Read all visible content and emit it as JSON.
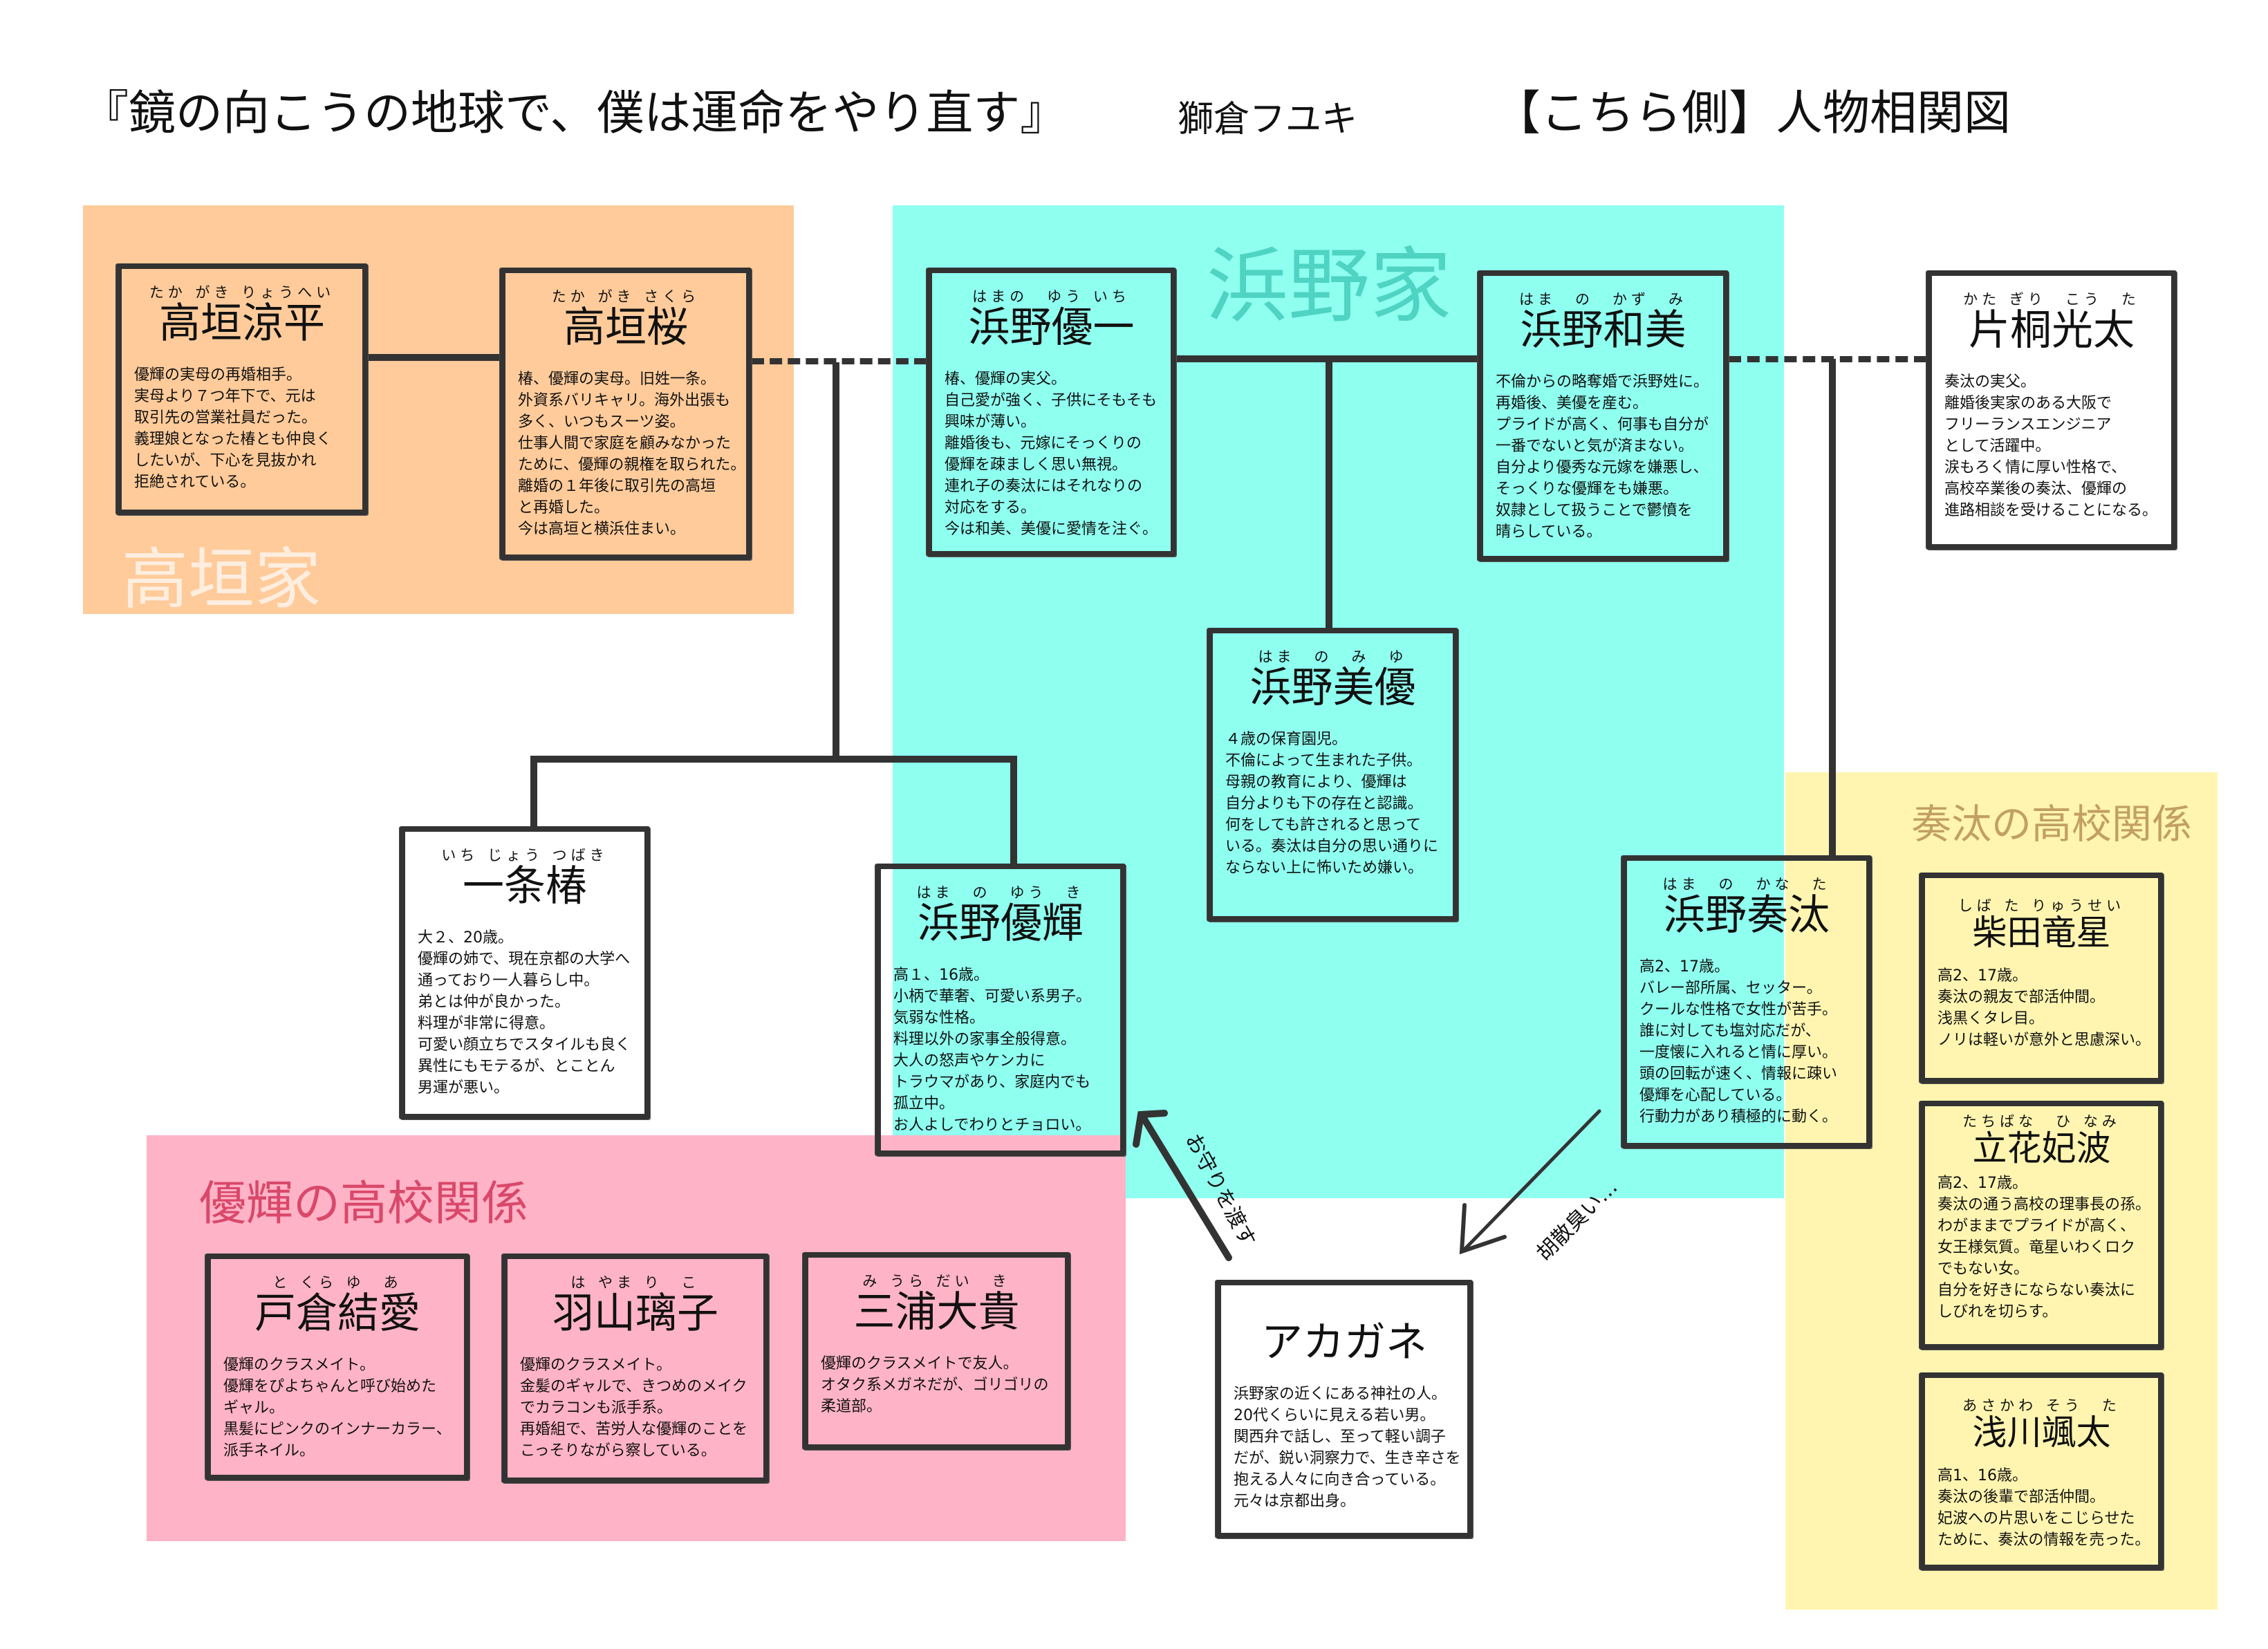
{
  "header": {
    "title": "『鏡の向こうの地球で、僕は運命をやり直す』",
    "author": "獅倉フユキ",
    "subtitle": "【こちら側】人物相関図"
  },
  "colors": {
    "takagaki_region": "#ffcb9a",
    "hamano_region": "#8ffff0",
    "kanata_school_region": "#fff5b0",
    "yuki_school_region": "#ffb3c6",
    "box_border": "#333333"
  },
  "groups": {
    "takagaki": "高垣家",
    "hamano": "浜野家",
    "kanata_school": "奏汰の高校関係",
    "yuki_school": "優輝の高校関係"
  },
  "people": {
    "ryohei": {
      "ruby": "たか がき りょうへい",
      "name": "高垣涼平",
      "desc": [
        "優輝の実母の再婚相手。",
        "実母より７つ年下で、元は",
        "取引先の営業社員だった。",
        "義理娘となった椿とも仲良く",
        "したいが、下心を見抜かれ",
        "拒絶されている。"
      ]
    },
    "sakura": {
      "ruby": "たか がき さくら",
      "name": "高垣桜",
      "desc": [
        "椿、優輝の実母。旧姓一条。",
        "外資系バリキャリ。海外出張も",
        "多く、いつもスーツ姿。",
        "仕事人間で家庭を顧みなかった",
        "ために、優輝の親権を取られた。",
        "離婚の１年後に取引先の高垣",
        "と再婚した。",
        "今は高垣と横浜住まい。"
      ]
    },
    "yuichi": {
      "ruby": "はまの　ゆう いち",
      "name": "浜野優一",
      "desc": [
        "椿、優輝の実父。",
        "自己愛が強く、子供にそもそも",
        "興味が薄い。",
        "離婚後も、元嫁にそっくりの",
        "優輝を疎ましく思い無視。",
        "連れ子の奏汰にはそれなりの",
        "対応をする。",
        "今は和美、美優に愛情を注ぐ。"
      ]
    },
    "kazumi": {
      "ruby": "はま　の　かず　み",
      "name": "浜野和美",
      "desc": [
        "不倫からの略奪婚で浜野姓に。",
        "再婚後、美優を産む。",
        "プライドが高く、何事も自分が",
        "一番でないと気が済まない。",
        "自分より優秀な元嫁を嫌悪し、",
        "そっくりな優輝をも嫌悪。",
        "奴隷として扱うことで鬱憤を",
        "晴らしている。"
      ]
    },
    "kota": {
      "ruby": "かた ぎり　こう　た",
      "name": "片桐光太",
      "desc": [
        "奏汰の実父。",
        "離婚後実家のある大阪で",
        "フリーランスエンジニア",
        "として活躍中。",
        "涙もろく情に厚い性格で、",
        "高校卒業後の奏汰、優輝の",
        "進路相談を受けることになる。"
      ]
    },
    "miyu": {
      "ruby": "はま　の　み　ゆ",
      "name": "浜野美優",
      "desc": [
        "４歳の保育園児。",
        "不倫によって生まれた子供。",
        "母親の教育により、優輝は",
        "自分よりも下の存在と認識。",
        "何をしても許されると思って",
        "いる。奏汰は自分の思い通りに",
        "ならない上に怖いため嫌い。"
      ]
    },
    "tsubaki": {
      "ruby": "いち じょう つばき",
      "name": "一条椿",
      "desc": [
        "大２、20歳。",
        "優輝の姉で、現在京都の大学へ",
        "通っており一人暮らし中。",
        "弟とは仲が良かった。",
        "料理が非常に得意。",
        "可愛い顔立ちでスタイルも良く",
        "異性にもモテるが、とことん",
        "男運が悪い。"
      ]
    },
    "yuki": {
      "ruby": "はま　の　ゆう　き",
      "name": "浜野優輝",
      "desc": [
        "高１、16歳。",
        "小柄で華奢、可愛い系男子。",
        "気弱な性格。",
        "料理以外の家事全般得意。",
        "大人の怒声やケンカに",
        "トラウマがあり、家庭内でも",
        "孤立中。",
        "お人よしでわりとチョロい。"
      ]
    },
    "kanata": {
      "ruby": "はま　の　かな　た",
      "name": "浜野奏汰",
      "desc": [
        "高2、17歳。",
        "バレー部所属、セッター。",
        "クールな性格で女性が苦手。",
        "誰に対しても塩対応だが、",
        "一度懐に入れると情に厚い。",
        "頭の回転が速く、情報に疎い",
        "優輝を心配している。",
        "行動力があり積極的に動く。"
      ]
    },
    "ryusei": {
      "ruby": "しば た りゅうせい",
      "name": "柴田竜星",
      "desc": [
        "高2、17歳。",
        "奏汰の親友で部活仲間。",
        "浅黒くタレ目。",
        "ノリは軽いが意外と思慮深い。"
      ]
    },
    "hinami": {
      "ruby": "たちばな　ひ なみ",
      "name": "立花妃波",
      "desc": [
        "高2、17歳。",
        "奏汰の通う高校の理事長の孫。",
        "わがままでプライドが高く、",
        "女王様気質。竜星いわくロク",
        "でもない女。",
        "自分を好きにならない奏汰に",
        "しびれを切らす。"
      ]
    },
    "sota": {
      "ruby": "あさかわ そう　た",
      "name": "浅川颯太",
      "desc": [
        "高1、16歳。",
        "奏汰の後輩で部活仲間。",
        "妃波への片思いをこじらせた",
        "ために、奏汰の情報を売った。"
      ]
    },
    "yua": {
      "ruby": "と くら ゆ　あ",
      "name": "戸倉結愛",
      "desc": [
        "優輝のクラスメイト。",
        "優輝をぴよちゃんと呼び始めた",
        "ギャル。",
        "黒髪にピンクのインナーカラー、",
        "派手ネイル。"
      ]
    },
    "riko": {
      "ruby": "は やま り　こ",
      "name": "羽山璃子",
      "desc": [
        "優輝のクラスメイト。",
        "金髪のギャルで、きつめのメイク",
        "でカラコンも派手系。",
        "再婚組で、苦労人な優輝のことを",
        "こっそりながら察している。"
      ]
    },
    "daiki": {
      "ruby": "み うら だい　き",
      "name": "三浦大貴",
      "desc": [
        "優輝のクラスメイトで友人。",
        "オタク系メガネだが、ゴリゴリの",
        "柔道部。"
      ]
    },
    "akagane": {
      "ruby": "",
      "name": "アカガネ",
      "desc": [
        "浜野家の近くにある神社の人。",
        "20代くらいに見える若い男。",
        "関西弁で話し、至って軽い調子",
        "だが、鋭い洞察力で、生き辛さを",
        "抱える人々に向き合っている。",
        "元々は京都出身。"
      ]
    }
  },
  "relations": {
    "omamori": "お守りを渡す",
    "usankusai": "胡散臭い…"
  }
}
